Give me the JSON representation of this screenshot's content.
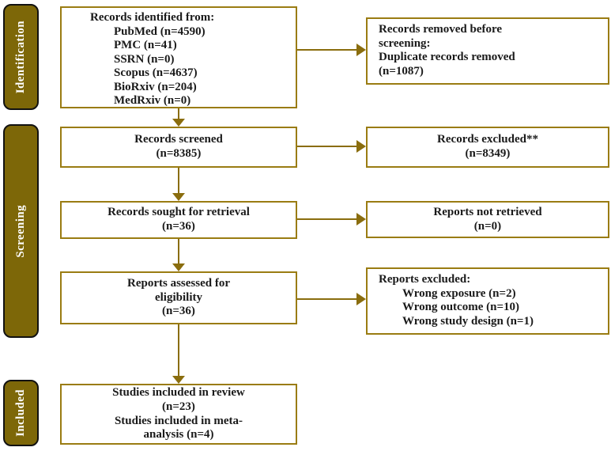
{
  "palette": {
    "stage_fill": "#7d6708",
    "stage_text": "#ffffff",
    "box_border": "#9a7c12",
    "arrow": "#8a6d0e",
    "text": "#1a1a1a",
    "background": "#ffffff"
  },
  "stages": [
    {
      "label": "Identification"
    },
    {
      "label": "Screening"
    },
    {
      "label": "Included"
    }
  ],
  "main_boxes": {
    "identified": {
      "title": "Records identified from:",
      "items": [
        "PubMed (n=4590)",
        "PMC (n=41)",
        "SSRN (n=0)",
        "Scopus (n=4637)",
        "BioRxiv (n=204)",
        "MedRxiv (n=0)"
      ]
    },
    "screened": {
      "lines": [
        "Records screened",
        "(n=8385)"
      ]
    },
    "sought": {
      "lines": [
        "Records sought for retrieval",
        "(n=36)"
      ]
    },
    "assessed": {
      "lines": [
        "Reports assessed for",
        "eligibility",
        "(n=36)"
      ]
    },
    "included": {
      "lines": [
        "Studies included in review",
        "(n=23)",
        "Studies included in meta-",
        "analysis (n=4)"
      ]
    }
  },
  "side_boxes": {
    "removed": {
      "lines": [
        "Records removed before",
        "screening:",
        "Duplicate records removed",
        "(n=1087)"
      ]
    },
    "excluded": {
      "lines": [
        "Records excluded**",
        "(n=8349)"
      ]
    },
    "not_retrieved": {
      "lines": [
        "Reports not retrieved",
        "(n=0)"
      ]
    },
    "reports_excluded": {
      "title": "Reports excluded:",
      "items": [
        "Wrong exposure (n=2)",
        "Wrong outcome (n=10)",
        "Wrong study design (n=1)"
      ]
    }
  }
}
